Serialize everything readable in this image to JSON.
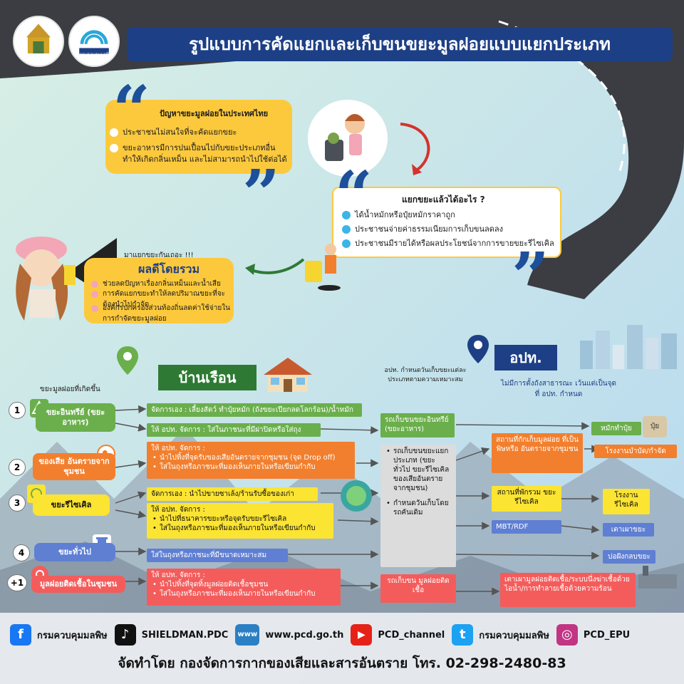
{
  "header": {
    "title": "รูปแบบการคัดแยกและเก็บขนขยะมูลฝอยแบบแยกประเภท",
    "logo_left": "seal",
    "logo_right_text": "กรมควบคุมมลพิษ"
  },
  "problem": {
    "title": "ปัญหาขยะมูลฝอยในประเทศไทย",
    "items": [
      "ประชาชนไม่สนใจที่จะคัดแยกขยะ",
      "ขยะอาหารมีการปนเปื้อนไปกับขยะประเภทอื่น ทำให้เกิดกลิ่นเหม็น และไม่สามารถนำไปใช้ต่อได้"
    ]
  },
  "benefit_sort": {
    "title": "แยกขยะแล้วได้อะไร ?",
    "items": [
      "ได้น้ำหมักหรือปุ๋ยหมักราคาถูก",
      "ประชาชนจ่ายค่าธรรมเนียมการเก็บขนลดลง",
      "ประชาชนมีรายได้หรือผลประโยชน์จากการขายขยะรีไซเคิล"
    ]
  },
  "overall": {
    "callout": "มาแยกขยะกันเถอะ !!!",
    "title": "ผลดีโดยรวม",
    "items": [
      "ช่วยลดปัญหาเรื่องกลิ่นเหม็นและน้ำเสีย",
      "การคัดแยกขยะทำให้ลดปริมาณขยะที่จะต้องนำไปกำจัด",
      "องค์กรปกครองส่วนท้องถิ่นลดค่าใช้จ่ายในการกำจัดขยะมูลฝอย"
    ]
  },
  "household": {
    "title": "บ้านเรือน",
    "source_label": "ขยะมูลฝอยที่เกิดขึ้น"
  },
  "local_gov": {
    "title": "อปท.",
    "note": "อปท. กำหนดวันเก็บขยะแต่ละประเภทตามความเหมาะสม",
    "no_public_bins": "ไม่มีการตั้งถังสาธารณะ เว้นแต่เป็นจุดที่ อปท. กำหนด"
  },
  "categories": [
    {
      "num": "1",
      "label": "ขยะอินทรีย์ (ขยะอาหาร)",
      "color": "#6aaf4c"
    },
    {
      "num": "2",
      "label": "ของเสีย อันตรายจากชุมชน",
      "color": "#f27f2e"
    },
    {
      "num": "3",
      "label": "ขยะรีไซเคิล",
      "color": "#fbe432"
    },
    {
      "num": "4",
      "label": "ขยะทั่วไป",
      "color": "#5f7fd3"
    },
    {
      "num": "+1",
      "label": "มูลฝอยติดเชื้อในชุมชน",
      "color": "#f45c5c"
    }
  ],
  "flow": {
    "c1_self": "จัดการเอง : เลี้ยงสัตว์ ทำปุ๋ยหมัก (ถังขยะเปียกลดโลกร้อน)/น้ำหมัก",
    "c1_gov": "ให้ อปท. จัดการ : ใส่ในภาชนะที่มีฝาปิดหรือใส่ถุง",
    "c1_truck": "รถเก็บขนขยะอินทรีย์ (ขยะอาหาร)",
    "c1_dest": "หมักทำปุ๋ย",
    "c1_dest_tag": "ปุ๋ย",
    "c2_gov_title": "ให้ อปท. จัดการ :",
    "c2_items": [
      "นำไปทิ้งที่จุดรับของเสียอันตรายจากชุมชน (จุด Drop off)",
      "ใส่ในถุงหรือภาชนะที่มองเห็นภายในหรือเขียนกำกับ"
    ],
    "c2_store": "สถานที่กักเก็บมูลฝอย ที่เป็นพิษหรือ อันตรายจากชุมชน",
    "c2_dest": "โรงงานบำบัด/กำจัด",
    "sep_truck": [
      "รถเก็บขนขยะแยกประเภท (ขยะทั่วไป ขยะรีไซเคิล ของเสียอันตรายจากชุมชน)",
      "กำหนดวันเก็บโดยรถคันเดิม"
    ],
    "c3_self": "จัดการเอง : นำไปขายซาเล้ง/ร้านรับซื้อของเก่า",
    "c3_gov_title": "ให้ อปท. จัดการ :",
    "c3_items": [
      "นำไปที่ธนาคารขยะหรือจุดรับขยะรีไซเคิล",
      "ใส่ในถุงหรือภาชนะที่มองเห็นภายในหรือเขียนกำกับ"
    ],
    "c3_collect": "สถานที่พักรวม ขยะรีไซเคิล",
    "c3_dest": "โรงงาน รีไซเคิล",
    "mbt": "MBT/RDF",
    "incinerator": "เตาเผาขยะ",
    "c4_gov": "ใส่ในถุงหรือภาชนะที่มีขนาดเหมาะสม",
    "landfill": "บ่อฝังกลบขยะ",
    "c5_gov_title": "ให้ อปท. จัดการ :",
    "c5_items": [
      "นำไปทิ้งที่จุดทิ้งมูลฝอยติดเชื้อชุมชน",
      "ใส่ในถุงหรือภาชนะที่มองเห็นภายในหรือเขียนกำกับ"
    ],
    "c5_truck": "รถเก็บขน มูลฝอยติดเชื้อ",
    "c5_dest": "เตาเผามูลฝอยติดเชื้อ/ระบบนึ่งฆ่าเชื้อด้วยไอน้ำ/การทำลายเชื้อด้วยความร้อน"
  },
  "social": [
    {
      "icon": "facebook-icon",
      "glyph": "f",
      "label": "กรมควบคุมมลพิษ",
      "color": "#1877f2"
    },
    {
      "icon": "tiktok-icon",
      "glyph": "♪",
      "label": "SHIELDMAN.PDC",
      "color": "#111111"
    },
    {
      "icon": "web-icon",
      "glyph": "www",
      "label": "www.pcd.go.th",
      "color": "#2b7fc4"
    },
    {
      "icon": "youtube-icon",
      "glyph": "▶",
      "label": "PCD_channel",
      "color": "#e62117"
    },
    {
      "icon": "twitter-icon",
      "glyph": "t",
      "label": "กรมควบคุมมลพิษ",
      "color": "#1da1f2"
    },
    {
      "icon": "instagram-icon",
      "glyph": "◎",
      "label": "PCD_EPU",
      "color": "#c13584"
    }
  ],
  "footer": {
    "made_by": "จัดทำโดย กองจัดการกากของเสียและสารอันตราย โทร. 02-298-2480-83"
  }
}
